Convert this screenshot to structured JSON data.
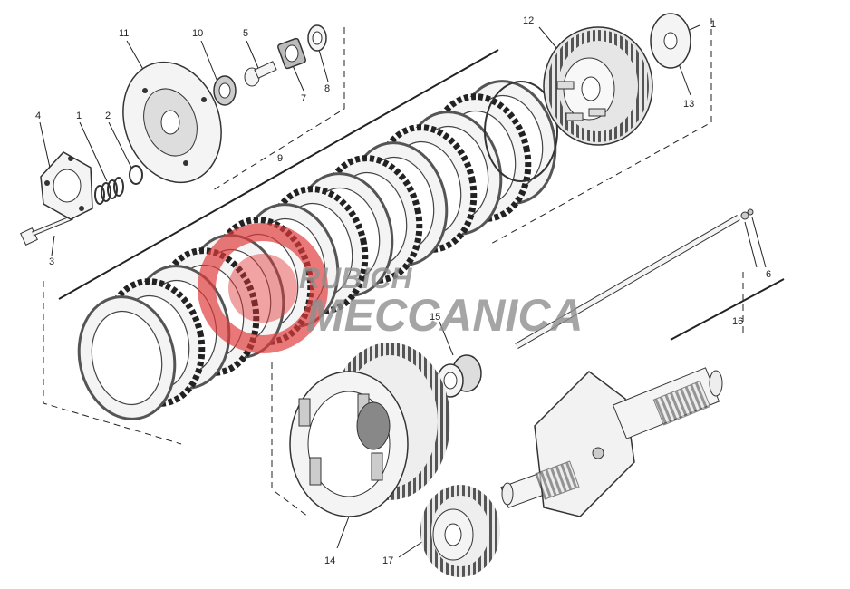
{
  "watermark": {
    "line1": "RUBICH",
    "line2": "MECCANICA",
    "logo_color": "#e0393a",
    "text_color": "#8f8f8f"
  },
  "callouts": {
    "p1": "1",
    "p2": "2",
    "p3": "3",
    "p4": "4",
    "p5": "5",
    "p6": "6",
    "p7": "7",
    "p8": "8",
    "p9": "9",
    "p10": "10",
    "p11": "11",
    "p12": "12",
    "p13": "13",
    "p14": "14",
    "p15": "15",
    "p16": "16",
    "p17": "17",
    "p1b": "1"
  },
  "colors": {
    "line": "#222222",
    "part_fill": "#f4f4f4",
    "part_stroke": "#333333"
  }
}
